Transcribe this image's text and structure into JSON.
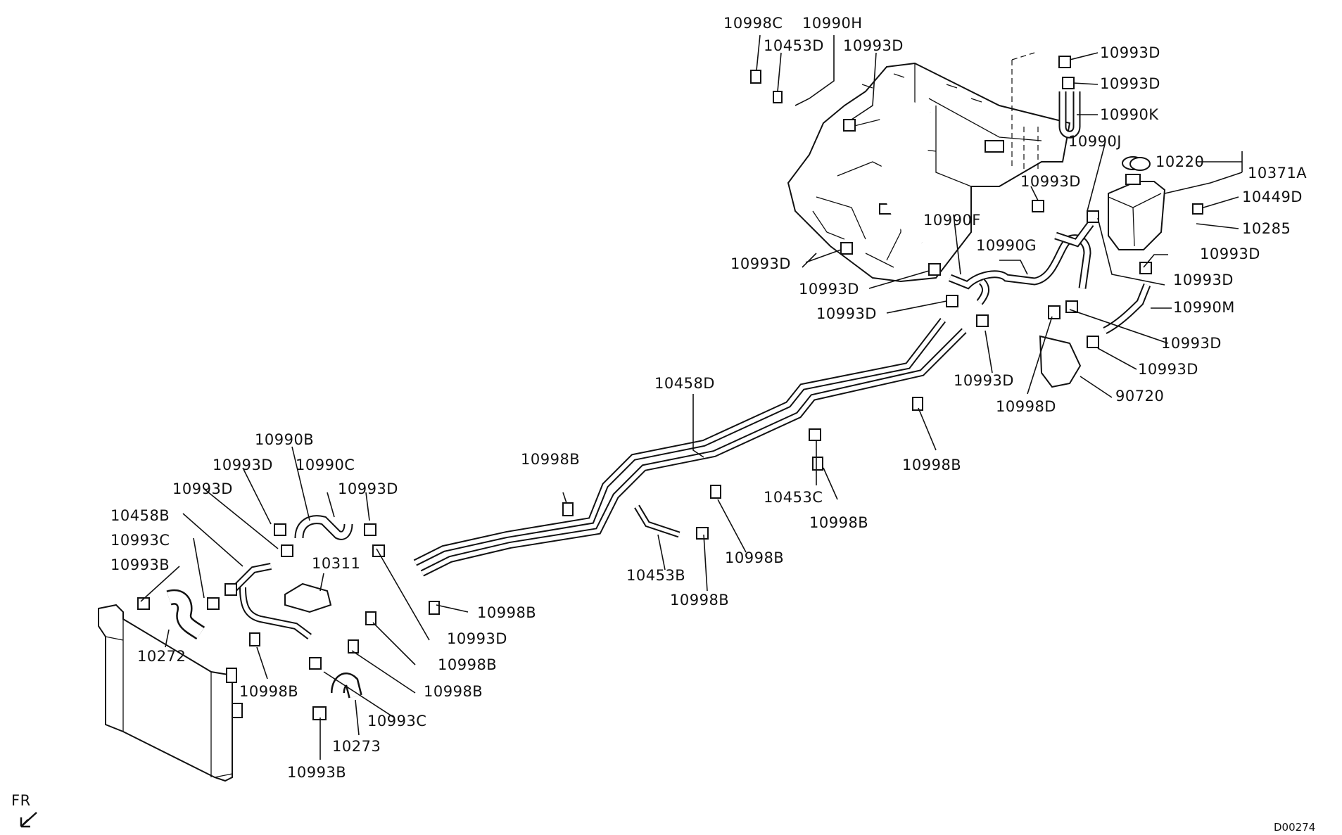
{
  "diagram": {
    "orientation_label": "FR",
    "figure_code": "D00274",
    "callouts": {
      "c_10998C": "10998C",
      "c_10990H": "10990H",
      "c_10453D": "10453D",
      "c_10993D_top": "10993D",
      "c_10993D_r1": "10993D",
      "c_10993D_r2": "10993D",
      "c_10990K": "10990K",
      "c_10990J": "10990J",
      "c_10220": "10220",
      "c_10371A": "10371A",
      "c_10449D": "10449D",
      "c_10993D_mid": "10993D",
      "c_10285": "10285",
      "c_10990F": "10990F",
      "c_10990G": "10990G",
      "c_10993D_left1": "10993D",
      "c_10993D_r3": "10993D",
      "c_10993D_c1": "10993D",
      "c_10993D_r4": "10993D",
      "c_10993D_c2": "10993D",
      "c_10990M": "10990M",
      "c_10993D_r5": "10993D",
      "c_10993D_r6": "10993D",
      "c_10993D_c3": "10993D",
      "c_10998D": "10998D",
      "c_90720": "90720",
      "c_10458D": "10458D",
      "c_10998B_r": "10998B",
      "c_10453C": "10453C",
      "c_10998B_c1": "10998B",
      "c_10990B": "10990B",
      "c_10993D_l1": "10993D",
      "c_10990C": "10990C",
      "c_10993D_l2": "10993D",
      "c_10993D_l3": "10993D",
      "c_10998B_c2": "10998B",
      "c_10458B": "10458B",
      "c_10993C_l": "10993C",
      "c_10993B_l": "10993B",
      "c_10311": "10311",
      "c_10453B": "10453B",
      "c_10998B_c3": "10998B",
      "c_10998B_c4": "10998B",
      "c_10998B_l1": "10998B",
      "c_10993D_l4": "10993D",
      "c_10272": "10272",
      "c_10998B_l2": "10998B",
      "c_10998B_l3": "10998B",
      "c_10998B_l4": "10998B",
      "c_10993C_b": "10993C",
      "c_10273": "10273",
      "c_10993B_b": "10993B"
    }
  }
}
